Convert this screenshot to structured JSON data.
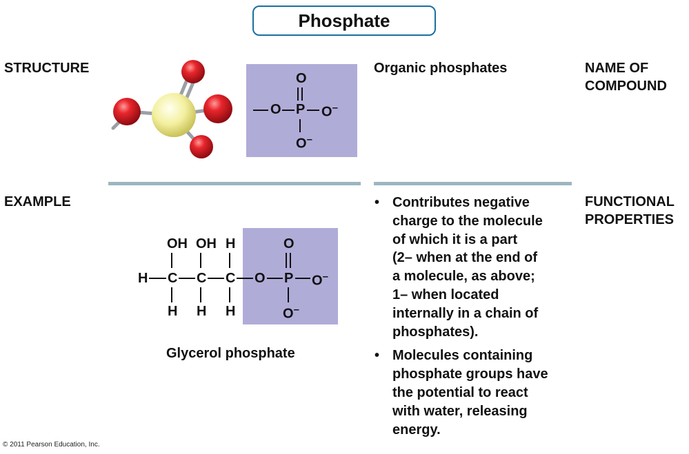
{
  "title": "Phosphate",
  "labels": {
    "structure": "STRUCTURE",
    "name_of_compound": [
      "NAME OF",
      "COMPOUND"
    ],
    "example": "EXAMPLE",
    "functional_properties": [
      "FUNCTIONAL",
      "PROPERTIES"
    ]
  },
  "compound_name": "Organic phosphates",
  "structural_formula": {
    "top_o": "O",
    "left_bond": "—",
    "o_left": "O",
    "p": "P",
    "o_right": "O",
    "o_bottom": "O",
    "charge": "–"
  },
  "example_molecule": {
    "name": "Glycerol phosphate",
    "top_groups": [
      "OH",
      "OH",
      "H"
    ],
    "chain": [
      "H",
      "C",
      "C",
      "C",
      "O",
      "P",
      "O"
    ],
    "bottom_groups": [
      "H",
      "H",
      "H",
      "O"
    ],
    "phosphate_top_o": "O",
    "charge": "–"
  },
  "functional_properties": [
    {
      "bullet": "•",
      "text": [
        "Contributes negative",
        "charge to the molecule",
        "of which it is a part",
        "(2– when at the end of",
        "a molecule, as above;",
        "1– when located",
        "internally in a chain of",
        "phosphates)."
      ]
    },
    {
      "bullet": "•",
      "text": [
        "Molecules containing",
        "phosphate groups have",
        "the potential to react",
        "with water, releasing",
        "energy."
      ]
    }
  ],
  "copyright": "© 2011 Pearson Education, Inc.",
  "colors": {
    "title_border": "#1a6fa0",
    "phosphate_shade": "#b0acd8",
    "divider": "#9db5c2",
    "oxygen_red": "#d4141c",
    "phosphorus_yellow": "#f4f0a0"
  }
}
